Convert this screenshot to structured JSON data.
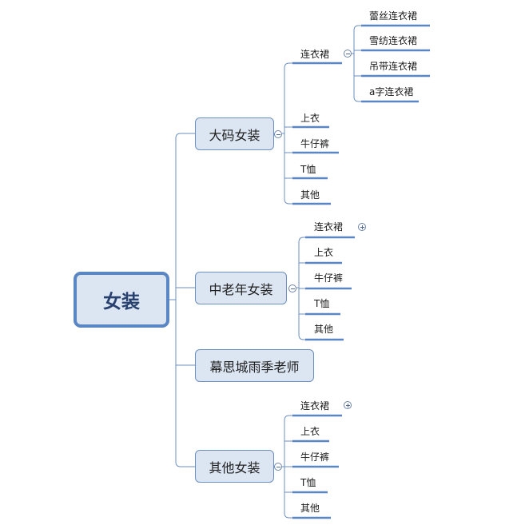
{
  "root": {
    "label": "女装"
  },
  "branches": [
    {
      "label": "大码女装",
      "toggle": "collapse",
      "children": [
        {
          "label": "连衣裙",
          "toggle": "collapse",
          "children": [
            {
              "label": "蕾丝连衣裙"
            },
            {
              "label": "雪纺连衣裙"
            },
            {
              "label": "吊带连衣裙"
            },
            {
              "label": "a字连衣裙"
            }
          ]
        },
        {
          "label": "上衣"
        },
        {
          "label": "牛仔裤"
        },
        {
          "label": "T恤"
        },
        {
          "label": "其他"
        }
      ]
    },
    {
      "label": "中老年女装",
      "toggle": "collapse",
      "children": [
        {
          "label": "连衣裙",
          "toggle": "expand"
        },
        {
          "label": "上衣"
        },
        {
          "label": "牛仔裤"
        },
        {
          "label": "T恤"
        },
        {
          "label": "其他"
        }
      ]
    },
    {
      "label": "幕思城雨季老师"
    },
    {
      "label": "其他女装",
      "toggle": "collapse",
      "children": [
        {
          "label": "连衣裙",
          "toggle": "expand"
        },
        {
          "label": "上衣"
        },
        {
          "label": "牛仔裤"
        },
        {
          "label": "T恤"
        },
        {
          "label": "其他"
        }
      ]
    }
  ],
  "colors": {
    "connector": "#6b8fc2",
    "underline": "#5b86c4",
    "box_fill": "#dce6f3",
    "root_border": "#5b86c4"
  }
}
